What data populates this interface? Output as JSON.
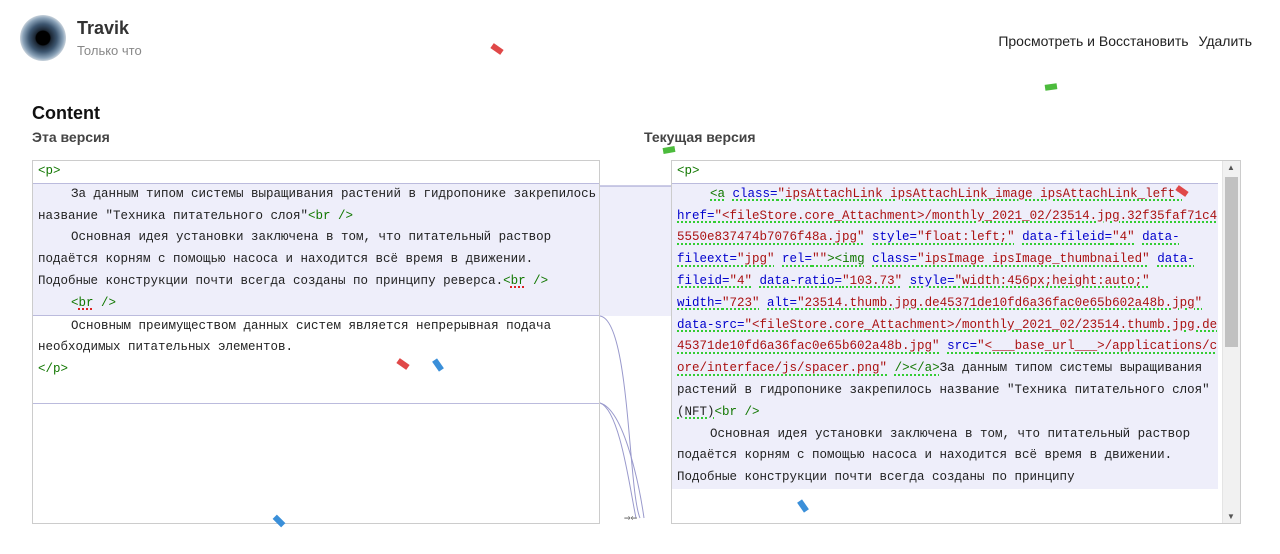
{
  "user": {
    "name": "Travik",
    "time": "Только что"
  },
  "actions": {
    "restore": "Просмотреть и Восстановить",
    "delete": "Удалить"
  },
  "section_title": "Content",
  "left": {
    "label": "Эта версия",
    "open_tag": "<p>",
    "para1_a": "За данным типом системы выращивания растений в гидропонике закрепилось название \"Техника питательного слоя\"",
    "br1": "<br />",
    "para2_a": "Основная идея установки заключена в том, что питательный раствор подаётся корням с помощью насоса и находится всё время в движении. Подобные конструкции почти всегда созданы по принципу реверса.",
    "br2_open": "<",
    "br2_word": "br",
    "br2_close": " />",
    "br3_open": "<",
    "br3_word": "br",
    "br3_close": " />",
    "para3": "Основным преимуществом данных систем является непрерывная подача необходимых питательных элементов.",
    "close_tag": "</p>"
  },
  "right": {
    "label": "Текущая версия",
    "open_tag": "<p>",
    "a_open": "<a",
    "attr_class": "class=",
    "val_class": "\"ipsAttachLink ipsAttachLink_image ipsAttachLink_left\"",
    "attr_href": "href=",
    "val_href": "\"<fileStore.core_Attachment>/monthly_2021_02/23514.jpg.32f35faf71c45550e837474b7076f48a.jpg\"",
    "attr_style": "style=",
    "val_style": "\"float:left;\"",
    "attr_fileid": "data-fileid=",
    "val_fileid": "\"4\"",
    "attr_fileext": "data-fileext=",
    "val_fileext": "\"jpg\"",
    "attr_rel": "rel=",
    "val_rel": "\"\"",
    "img_open": "><img",
    "attr_imgclass": "class=",
    "val_imgclass": "\"ipsImage ipsImage_thumbnailed\"",
    "attr_imgfileid": "data-fileid=",
    "val_imgfileid": "\"4\"",
    "attr_ratio": "data-ratio=",
    "val_ratio": "\"103.73\"",
    "attr_imgstyle": "style=",
    "val_imgstyle": "\"width:456px;height:auto;\"",
    "attr_width": "width=",
    "val_width": "\"723\"",
    "attr_alt": "alt=",
    "val_alt": "\"23514.thumb.jpg.de45371de10fd6a36fac0e65b602a48b.jpg\"",
    "attr_datasrc": "data-src=",
    "val_datasrc": "\"<fileStore.core_Attachment>/monthly_2021_02/23514.thumb.jpg.de45371de10fd6a36fac0e65b602a48b.jpg\"",
    "attr_src": "src=",
    "val_src": "\"<___base_url___>/applications/core/interface/js/spacer.png\"",
    "a_close": "/></a>",
    "para1": "За данным типом системы выращивания растений в гидропонике закрепилось название \"Техника питательного слоя\"",
    "nft": " (NFT)",
    "br1": "<br />",
    "para2": "Основная идея установки заключена в том, что питательный раствор подаётся корням с помощью насоса и находится всё время в движении. Подобные конструкции почти всегда созданы по принципу"
  },
  "gutter_marker": "⇒⇐",
  "colors": {
    "tag": "#117700",
    "attr": "#0000cc",
    "string": "#aa1111",
    "changed_bg": "#eeeefa",
    "connector": "#9999cc"
  }
}
